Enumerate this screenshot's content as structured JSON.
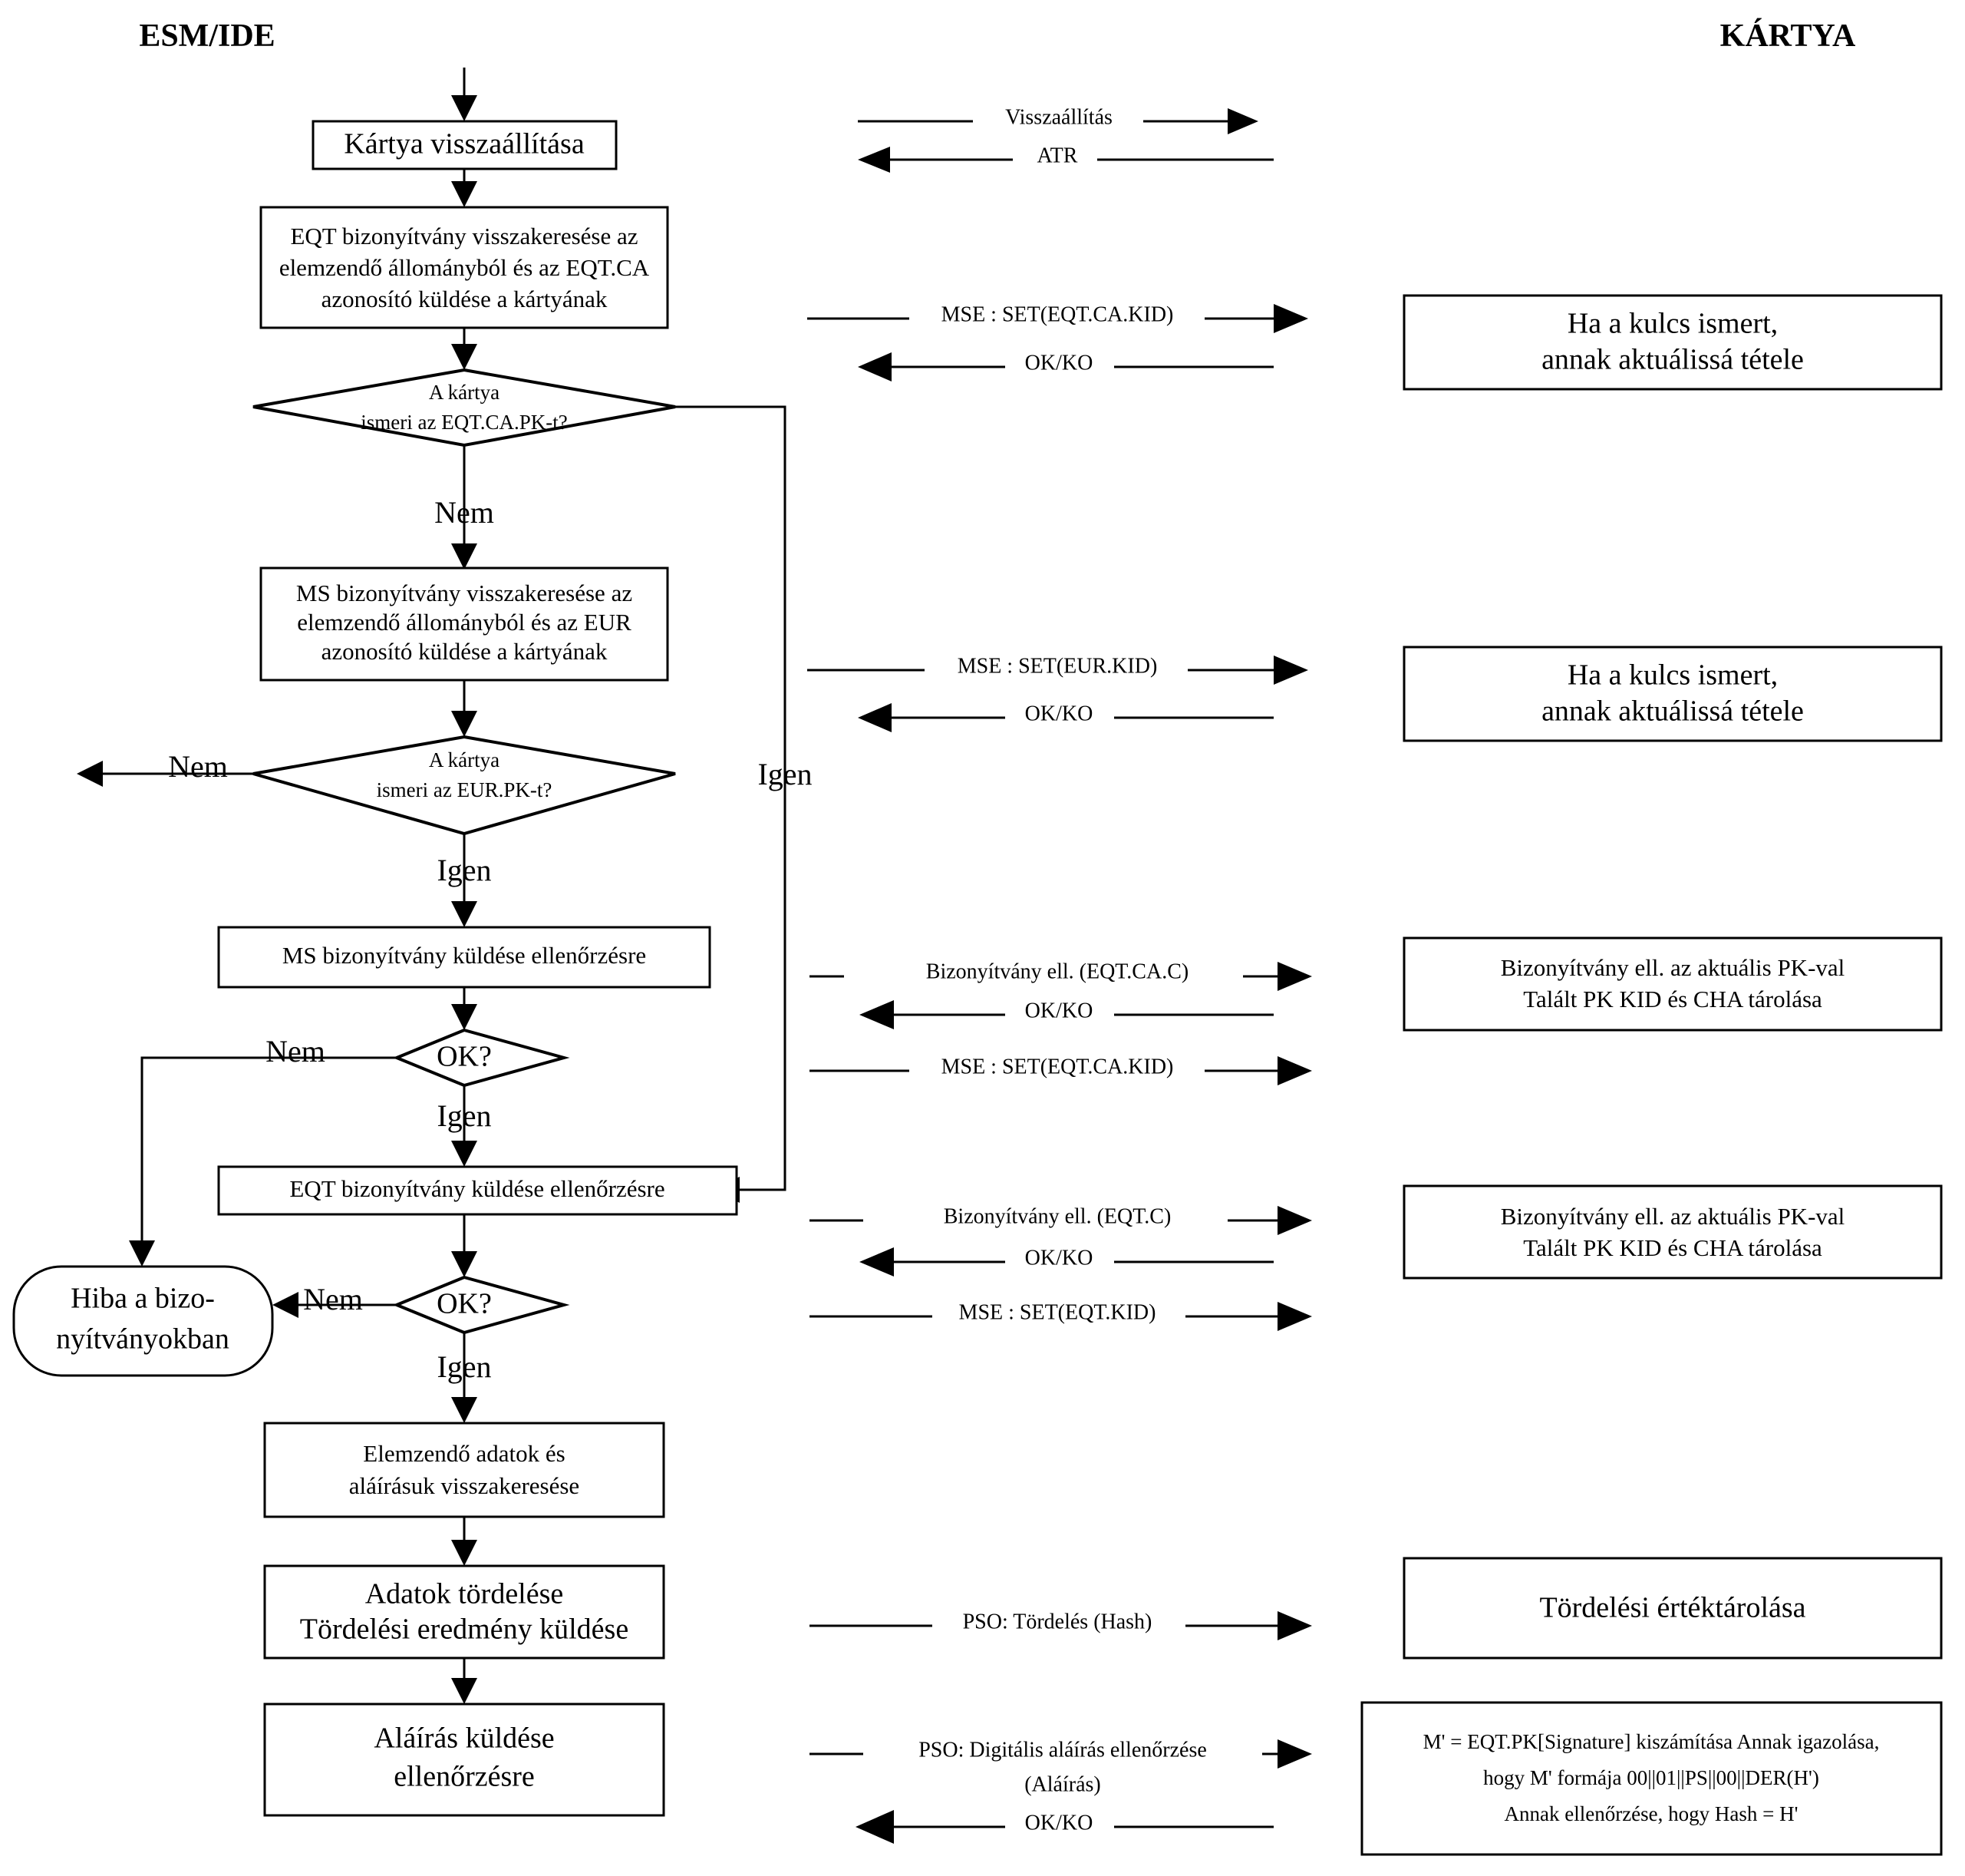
{
  "lanes": {
    "left_title": "ESM/IDE",
    "right_title": "KÁRTYA"
  },
  "process_nodes": [
    {
      "id": "reset",
      "label": "Kártya visszaállítása"
    },
    {
      "id": "eqt_retrieve",
      "line1": "EQT bizonyítvány visszakeresése az",
      "line2": "elemzendő állományból és az EQT.CA",
      "line3": "azonosító küldése a kártyának"
    },
    {
      "id": "ms_retrieve",
      "line1": "MS bizonyítvány visszakeresése az",
      "line2": "elemzendő állományból és az EUR",
      "line3": "azonosító küldése a kártyának"
    },
    {
      "id": "ms_send",
      "label": "MS bizonyítvány küldése ellenőrzésre"
    },
    {
      "id": "eqt_send",
      "label": "EQT bizonyítvány küldése ellenőrzésre"
    },
    {
      "id": "data_retrieve",
      "line1": "Elemzendő adatok és",
      "line2": "aláírásuk visszakeresése"
    },
    {
      "id": "hash",
      "line1": "Adatok tördelése",
      "line2": "Tördelési eredmény küldése"
    },
    {
      "id": "sign_send",
      "line1": "Aláírás küldése",
      "line2": "ellenőrzésre"
    }
  ],
  "decision_nodes": [
    {
      "id": "d_eqtca",
      "line1": "A kártya",
      "line2": "ismeri az EQT.CA.PK-t?"
    },
    {
      "id": "d_eur",
      "line1": "A kártya",
      "line2": "ismeri az EUR.PK-t?"
    },
    {
      "id": "d_ok1",
      "label": "OK?"
    },
    {
      "id": "d_ok2",
      "label": "OK?"
    }
  ],
  "terminal_node": {
    "id": "error",
    "line1": "Hiba a bizo-",
    "line2": "nyítványokban"
  },
  "branch_labels": {
    "nem": "Nem",
    "igen": "Igen"
  },
  "branches": [
    {
      "id": "b1",
      "label": "Nem"
    },
    {
      "id": "b2",
      "label": "Igen"
    },
    {
      "id": "b3",
      "label": "Nem"
    },
    {
      "id": "b4",
      "label": "Igen"
    },
    {
      "id": "b5",
      "label": "Nem"
    },
    {
      "id": "b6",
      "label": "Igen"
    },
    {
      "id": "b7",
      "label": "Nem"
    },
    {
      "id": "b8",
      "label": "Igen"
    }
  ],
  "messages": [
    {
      "id": "m_reset",
      "label": "Visszaállítás",
      "direction": "right"
    },
    {
      "id": "m_atr",
      "label": "ATR",
      "direction": "left"
    },
    {
      "id": "m_mse_eqtca",
      "label": "MSE : SET(EQT.CA.KID)",
      "direction": "right"
    },
    {
      "id": "m_okko1",
      "label": "OK/KO",
      "direction": "left"
    },
    {
      "id": "m_mse_eur",
      "label": "MSE : SET(EUR.KID)",
      "direction": "right"
    },
    {
      "id": "m_okko2",
      "label": "OK/KO",
      "direction": "left"
    },
    {
      "id": "m_cert_eqtcac",
      "label": "Bizonyítvány ell. (EQT.CA.C)",
      "direction": "right"
    },
    {
      "id": "m_okko3",
      "label": "OK/KO",
      "direction": "left"
    },
    {
      "id": "m_mse_eqtca2",
      "label": "MSE : SET(EQT.CA.KID)",
      "direction": "right"
    },
    {
      "id": "m_cert_eqtc",
      "label": "Bizonyítvány ell. (EQT.C)",
      "direction": "right"
    },
    {
      "id": "m_okko4",
      "label": "OK/KO",
      "direction": "left"
    },
    {
      "id": "m_mse_eqt",
      "label": "MSE : SET(EQT.KID)",
      "direction": "right"
    },
    {
      "id": "m_pso_hash",
      "label": "PSO: Tördelés (Hash)",
      "direction": "right"
    },
    {
      "id": "m_pso_sign1",
      "label": "PSO: Digitális aláírás ellenőrzése",
      "direction": "right"
    },
    {
      "id": "m_pso_sign2",
      "label": "(Aláírás)",
      "direction": "none"
    },
    {
      "id": "m_okko5",
      "label": "OK/KO",
      "direction": "left"
    }
  ],
  "card_nodes": [
    {
      "id": "c_key1",
      "line1": "Ha a kulcs ismert,",
      "line2": "annak aktuálissá tétele"
    },
    {
      "id": "c_key2",
      "line1": "Ha a kulcs ismert,",
      "line2": "annak aktuálissá tétele"
    },
    {
      "id": "c_cert1",
      "line1": "Bizonyítvány ell. az aktuális PK-val",
      "line2": "Talált PK KID és CHA tárolása"
    },
    {
      "id": "c_cert2",
      "line1": "Bizonyítvány ell. az aktuális PK-val",
      "line2": "Talált PK KID és CHA tárolása"
    },
    {
      "id": "c_hash",
      "line1": "Tördelési értéktárolása"
    },
    {
      "id": "c_sign",
      "line1": "M' = EQT.PK[Signature] kiszámítása Annak igazolása,",
      "line2": "hogy M' formája 00||01||PS||00||DER(H')",
      "line3": "Annak ellenőrzése, hogy Hash = H'"
    }
  ],
  "colors": {
    "stroke": "#000000",
    "fill": "#ffffff",
    "text": "#000000"
  }
}
